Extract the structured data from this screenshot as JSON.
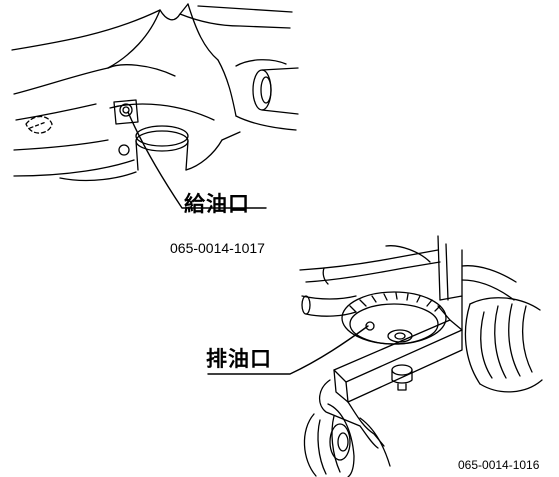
{
  "figures": [
    {
      "callout": "給油口",
      "code": "065-0014-1017"
    },
    {
      "callout": "排油口",
      "code": "065-0014-1016"
    }
  ],
  "colors": {
    "line": "#000000",
    "background": "#ffffff"
  }
}
